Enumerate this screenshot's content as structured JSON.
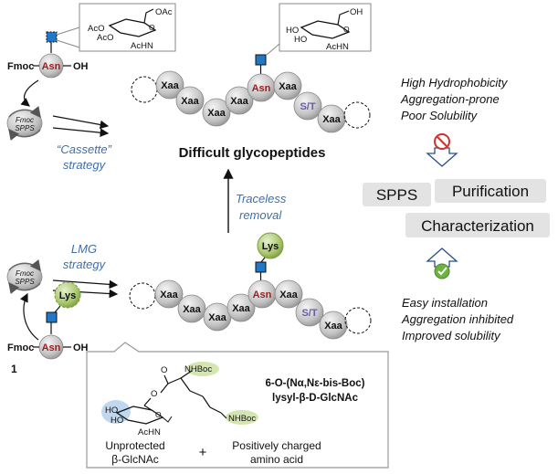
{
  "residues": {
    "xaa": "Xaa",
    "asn": "Asn",
    "st": "S/T",
    "lys": "Lys"
  },
  "building_block": {
    "fmoc": "Fmoc",
    "oh": "OH",
    "compound_number": "1"
  },
  "sugar": {
    "oac": "OAc",
    "aco": "AcO",
    "achn": "AcHN",
    "oh": "OH",
    "ho": "HO",
    "o": "O"
  },
  "fmoc_spps": [
    "Fmoc",
    "SPPS"
  ],
  "cassette_strategy": [
    "“Cassette”",
    "strategy"
  ],
  "lmg_strategy": [
    "LMG",
    "strategy"
  ],
  "title": "Difficult glycopeptides",
  "traceless_removal": [
    "Traceless",
    "removal"
  ],
  "problems": [
    "High Hydrophobicity",
    "Aggregation-prone",
    "Poor Solubility"
  ],
  "process_steps": [
    "SPPS",
    "Purification",
    "Characterization"
  ],
  "benefits": [
    "Easy installation",
    "Aggregation inhibited",
    "Improved solubility"
  ],
  "detail": {
    "nhboc_top": "NHBoc",
    "nhboc_bottom": "NHBoc",
    "name_line1": "6-O-(Nα,Nε-bis-Boc)",
    "name_line2": "lysyl-β-D-GlcNAc",
    "unprotected": [
      "Unprotected",
      "β-GlcNAc"
    ],
    "plus": "+",
    "amino_acid": [
      "Positively charged",
      "amino acid"
    ]
  },
  "colors": {
    "bead_gray": "#c9c9c9",
    "asn_text": "#9b1d1d",
    "st_text": "#6b5aa8",
    "lys_green": "#9cbd5a",
    "glcnac_blue": "#1f78c8",
    "label_blue": "#3f6fa8",
    "pill_gray": "#e3e3e3",
    "stop_red": "#d0312d",
    "check_green": "#6cb33f"
  },
  "icons": [
    "glcnac-square-icon",
    "no-entry-icon",
    "check-icon",
    "down-arrow-icon",
    "up-arrow-icon",
    "cycle-arrow-icon"
  ]
}
